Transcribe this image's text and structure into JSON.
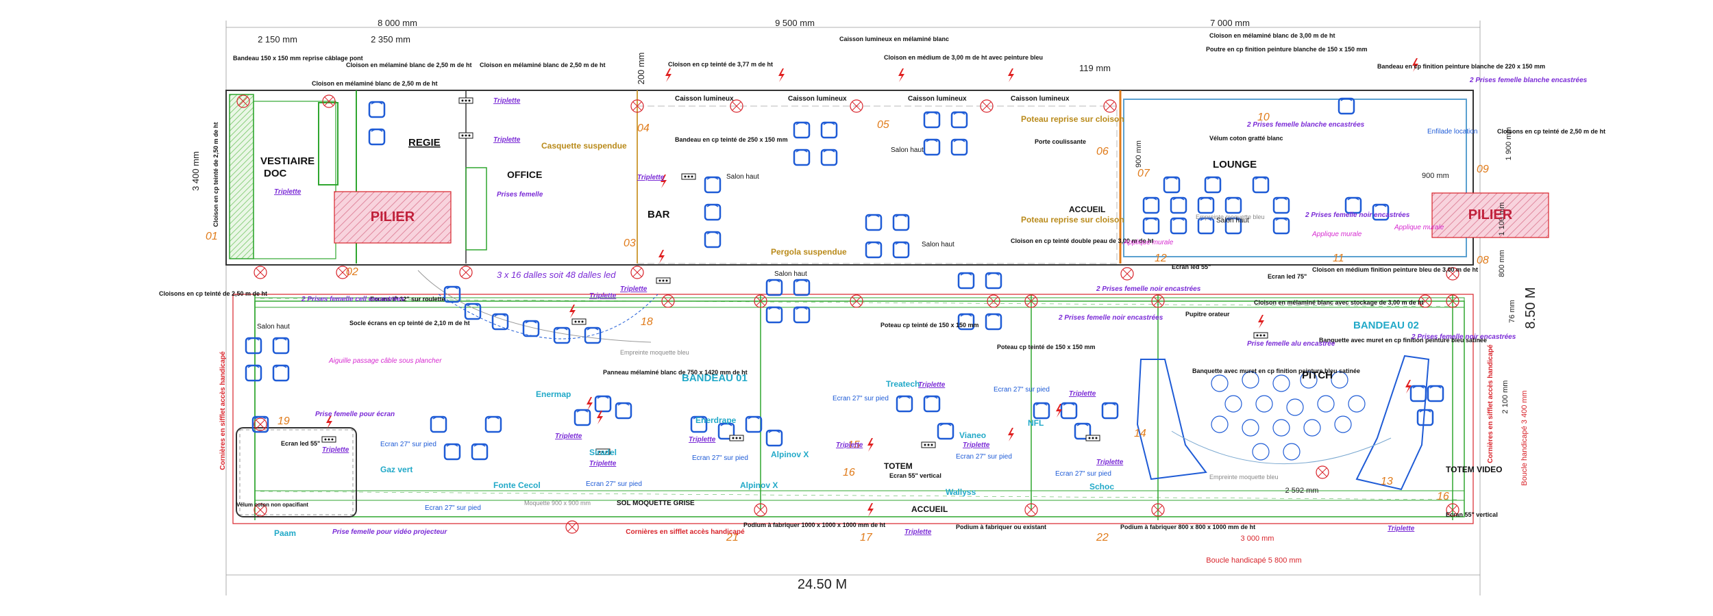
{
  "dimensions": {
    "top": [
      "8 000 mm",
      "9 500 mm",
      "7 000 mm"
    ],
    "sub": [
      "2 150 mm",
      "2 350 mm"
    ],
    "d200": "200 mm",
    "d119": "119 mm",
    "left_height": "3 400 mm",
    "right_900": "900 mm",
    "right_1900": "1 900 mm",
    "right_1100": "1 100 mm",
    "right_800": "800 mm",
    "right_76": "76 mm",
    "right_2100": "2 100 mm",
    "right_3400": "3 400 mm",
    "mid_900": "900 mm",
    "total_width": "24.50 M",
    "total_height": "8.50 M",
    "d3000": "3 000 mm",
    "boucle_handicape": "Boucle handicapé  5 800 mm",
    "boucle_vertical": "Boucle handicapé 3 400 mm",
    "d2592": "2 592 mm"
  },
  "zones": {
    "vestiaire": "VESTIAIRE",
    "doc": "DOC",
    "regie": "REGIE",
    "office": "OFFICE",
    "bar": "BAR",
    "lounge": "LOUNGE",
    "pitch": "PITCH",
    "pilier_left": "PILIER",
    "pilier_right": "PILIER",
    "accueil_top": "ACCUEIL",
    "accueil_bottom": "ACCUEIL",
    "totem": "TOTEM",
    "totem_video": "TOTEM VIDEO",
    "bandeau01": "BANDEAU 01",
    "bandeau02": "BANDEAU 02",
    "sol_moquette": "SOL MOQUETTE GRISE"
  },
  "numbers": [
    "01",
    "02",
    "03",
    "04",
    "05",
    "06",
    "07",
    "08",
    "09",
    "10",
    "11",
    "12",
    "13",
    "14",
    "15",
    "16",
    "16",
    "17",
    "18",
    "19",
    "21",
    "22"
  ],
  "annotations": {
    "bandeau_pont": "Bandeau 150 x 150 mm reprise câblage pont",
    "cloison_250_a": "Cloison en mélaminé blanc de 2,50 m de ht",
    "cloison_250_b": "Cloison en mélaminé blanc de 2,50 m de ht",
    "cloison_250_c": "Cloison en mélaminé blanc de 2,50 m de ht",
    "cloison_teinte_377": "Cloison en cp teinté de 3,77 m de ht",
    "caisson_lumineux_top": "Caisson lumineux en mélaminé blanc",
    "cloison_medium_300": "Cloison en médium de 3,00 m de ht avec peinture bleu",
    "cloison_melamine_300": "Cloison en mélaminé blanc de 3,00 m de ht",
    "poutre_cp": "Poutre en cp finition peinture blanche de 150 x 150 mm",
    "bandeau_220": "Bandeau en cp finition peinture blanche de 220 x 150 mm",
    "prises_blanche_top": "2 Prises femelle blanche encastrées",
    "cloisons_teinte_250_right": "Cloisons en cp teinté de 2,50 m de ht",
    "cloison_teinte_left_vertical": "Cloison en cp teinté de 2,50 m de ht",
    "caisson": "Caisson lumineux",
    "bandeau_250": "Bandeau en cp teinté de 250 x 150 mm",
    "casquette": "Casquette suspendue",
    "salon_haut": "Salon haut",
    "poteau_reprise": "Poteau reprise sur cloison",
    "porte_coulissante": "Porte coulissante",
    "velum": "Vélum coton gratté blanc",
    "empreinte_bleu": "Empreinte moquette bleu",
    "enfilade": "Enfilade location",
    "prises_blanche_mid": "2 Prises femelle blanche encastrées",
    "prises_noir_encastrees": "2 Prises femelle noir encastrées",
    "applique_murale": "Applique murale",
    "pergola": "Pergola suspendue",
    "cloison_double_peau": "Cloison en cp teinté double peau de 3,00 m de ht",
    "cloison_medium_right": "Cloison en médium finition peinture bleu de 3,00 m de ht",
    "ecran_led_55": "Ecran led 55\"",
    "ecran_led_75": "Ecran led 75\"",
    "cloison_melamine_stockage": "Cloison en mélaminé blanc avec stockage de 3,00 m de ht",
    "prises_noir_2": "2 Prises femelle noir encastrées",
    "pupitre": "Pupitre orateur",
    "prise_alu": "Prise femelle alu encastrée",
    "banquette_muret": "Banquette avec muret en cp finition peinture bleu satinée",
    "banquette_muret_2": "Banquette avec muret en cp finition peinture bleu satinée",
    "cloisons_teinte_left": "Cloisons en cp teinté de 2,50 m de ht",
    "prises_femelle_ecr": "2 Prises femelle cell encastrées",
    "ecrans_ip32": "Ecrans IP 32\" sur roulette",
    "socle_ecrans": "Socle écrans en cp teinté de 2,10 m de ht",
    "dalles_led": "3 x 16 dalles soit 48 dalles led",
    "aiguille": "Aiguille passage câble sous plancher",
    "prise_ecran": "Prise femelle pour écran",
    "prise_video": "Prise femelle pour vidéo projecteur",
    "cornieres_left": "Cornières en sifflet accès handicapé",
    "cornieres_right": "Cornières en sifflet accès handicapé",
    "cornieres_bottom": "Cornières en sifflet accès handicapé",
    "panneau_melamine": "Panneau mélaminé blanc de 750 x 1420 mm de ht",
    "poteau_teinte": "Poteau cp teinté de 150 x 150 mm",
    "poteau_teinte_2": "Poteau cp teinté de 150 x 150 mm",
    "podium_21": "Podium à fabriquer 1000 x 1000 x 1000 mm de ht",
    "podium_existant": "Podium à fabriquer ou existant",
    "podium_22": "Podium à fabriquer 800 x 800 x 1000 mm de ht",
    "ecran_55_vertical": "Ecran 55\" vertical",
    "ecran_55_vertical_2": "Ecran 55\" vertical",
    "ecran_27_1": "Ecran 27\" sur pied",
    "ecran_27_2": "Ecran 27\" sur pied",
    "ecran_27_3": "Ecran 27\" sur pied",
    "ecran_27_4": "Ecran 27\" sur pied",
    "ecran_27_5": "Ecran 27\" sur pied",
    "ecran_27_6": "Ecran 27\" sur pied",
    "ecran_27_7": "Ecran 27\" sur pied",
    "ecran_27_8": "Ecran 27\" sur pied",
    "ecran_led_55_left": "Ecran led 55\"",
    "velum_coton_left": "Vélum coton non opacifiant",
    "prises_femelle_top_mid": "Prises femelle",
    "empreinte_bleu_center": "Empreinte moquette bleu",
    "empreinte_bleu_bottom": "Empreinte moquette bleu",
    "moquette": "Moquette 900 x 900 mm"
  },
  "brands": [
    "Enermap",
    "Siradel",
    "Gaz vert",
    "Alpinov X",
    "Treatech",
    "Vianeo",
    "NFL",
    "Schoc",
    "Paam",
    "Fonte Cecol",
    "Alpinov X",
    "Enerdrape",
    "Wallyss"
  ],
  "triplette": "Triplette",
  "colors": {
    "cyan": "#22a9c8",
    "blue": "#1e5bd6",
    "red": "#d8232a",
    "green": "#2fa62f",
    "purple": "#7a2ad6",
    "magenta": "#d62ad0",
    "orange": "#e07b1a",
    "gold": "#b98a1a",
    "pink_fill": "#f6c6d4"
  }
}
